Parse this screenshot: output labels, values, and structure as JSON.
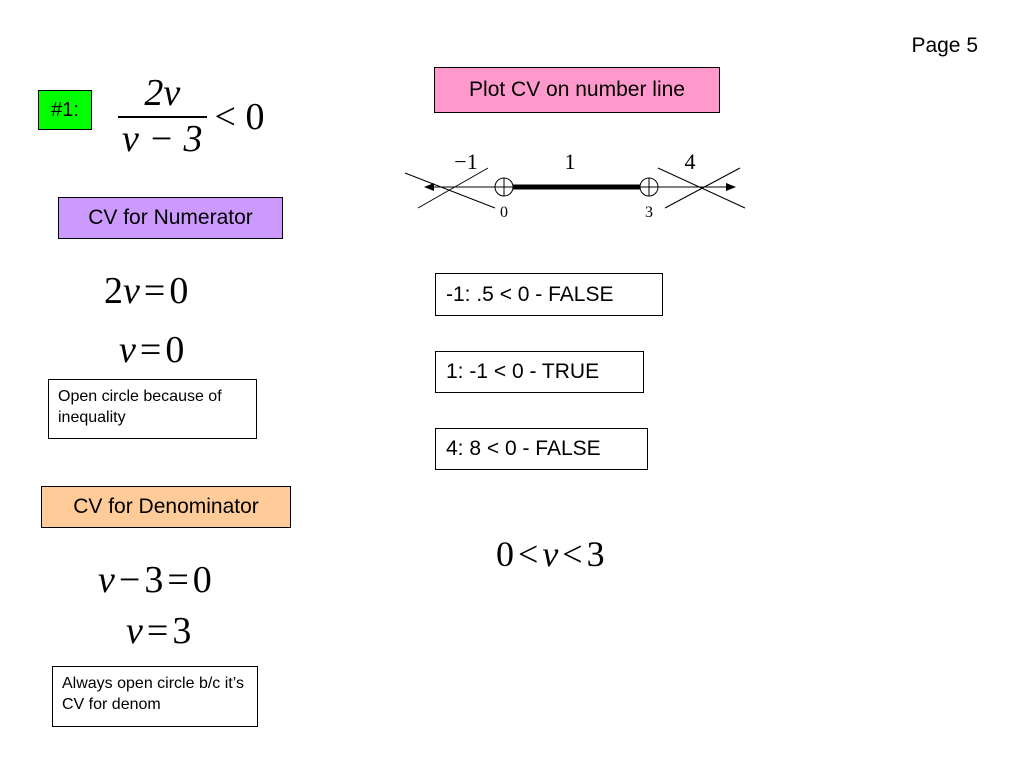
{
  "page_number": "Page 5",
  "problem": {
    "label": "#1:",
    "numerator": "2v",
    "denominator": "v − 3",
    "inequality": "< 0"
  },
  "numerator_section": {
    "title": "CV for Numerator",
    "equation_1": {
      "lhs_coef": "2",
      "lhs_var": "v",
      "op": "=",
      "rhs": "0"
    },
    "equation_2": {
      "lhs_var": "v",
      "op": "=",
      "rhs": "0"
    },
    "note": "Open circle because of inequality"
  },
  "denominator_section": {
    "title": "CV for Denominator",
    "equation_1": {
      "lhs_var": "v",
      "minus": "−",
      "lhs_const": "3",
      "op": "=",
      "rhs": "0"
    },
    "equation_2": {
      "lhs_var": "v",
      "op": "=",
      "rhs": "3"
    },
    "note": "Always open circle b/c it’s CV for denom"
  },
  "number_line": {
    "title": "Plot CV on number line",
    "test_labels": [
      "−1",
      "1",
      "4"
    ],
    "critical_values": [
      "0",
      "3"
    ],
    "circle_type": "open",
    "shaded_interval": [
      "0",
      "3"
    ],
    "crossed_out_regions": [
      "left",
      "right"
    ]
  },
  "tests": [
    "-1: .5 < 0 - FALSE",
    "1: -1 < 0 - TRUE",
    "4: 8 < 0 - FALSE"
  ],
  "solution": {
    "left": "0",
    "op1": "<",
    "var": "v",
    "op2": "<",
    "right": "3"
  }
}
